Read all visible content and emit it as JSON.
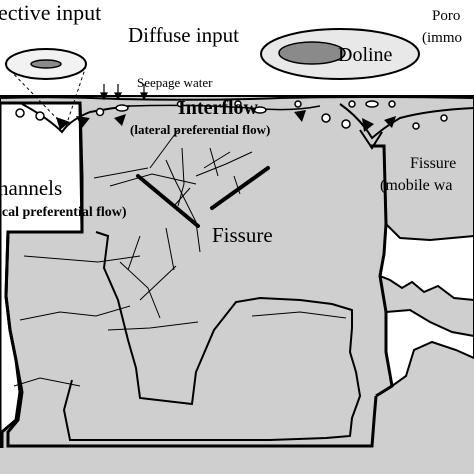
{
  "labels": {
    "concentrated_input": "ective input",
    "diffuse_input": "Diffuse input",
    "seepage_water": "Seepage water",
    "doline": "Doline",
    "porosity_line1": "Poro",
    "porosity_line2": "(immo",
    "interflow": "Interflow",
    "interflow_sub": "(lateral preferential flow)",
    "channels": "hannels",
    "channels_sub": "ical preferential flow)",
    "fissure_center": "Fissure",
    "fissure_right": "Fissure",
    "fissure_right_sub": "(mobile wa"
  },
  "colors": {
    "rock": "#cfcfcf",
    "cave": "#ffffff",
    "doline_fill": "#e8e8e8",
    "doline_core": "#8a8a8a",
    "ink": "#000000"
  }
}
